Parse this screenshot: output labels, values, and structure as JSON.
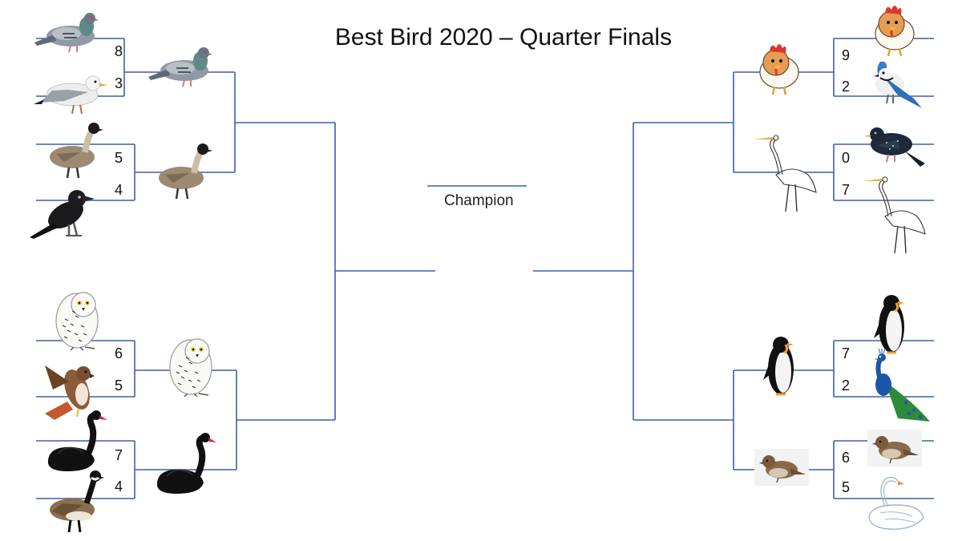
{
  "title": "Best Bird 2020 – Quarter Finals",
  "champion_label": "Champion",
  "colors": {
    "bracket_line": "#3c5fae"
  },
  "left": {
    "round1": [
      {
        "top": {
          "bird": "pigeon",
          "score": "8"
        },
        "bottom": {
          "bird": "seagull",
          "score": "3"
        },
        "winner": "pigeon"
      },
      {
        "top": {
          "bird": "nene-goose",
          "score": "5"
        },
        "bottom": {
          "bird": "crow",
          "score": "4"
        },
        "winner": "nene-goose"
      },
      {
        "top": {
          "bird": "snowy-owl",
          "score": "6"
        },
        "bottom": {
          "bird": "hawk",
          "score": "5"
        },
        "winner": "snowy-owl"
      },
      {
        "top": {
          "bird": "black-swan",
          "score": "7"
        },
        "bottom": {
          "bird": "canada-goose",
          "score": "4"
        },
        "winner": "black-swan"
      }
    ]
  },
  "right": {
    "round1": [
      {
        "top": {
          "bird": "chicken",
          "score": "9"
        },
        "bottom": {
          "bird": "blue-jay",
          "score": "2"
        },
        "winner": "chicken"
      },
      {
        "top": {
          "bird": "starling",
          "score": "0"
        },
        "bottom": {
          "bird": "egret",
          "score": "7"
        },
        "winner": "egret"
      },
      {
        "top": {
          "bird": "penguin",
          "score": "7"
        },
        "bottom": {
          "bird": "peacock",
          "score": "2"
        },
        "winner": "penguin"
      },
      {
        "top": {
          "bird": "sparrow",
          "score": "6"
        },
        "bottom": {
          "bird": "white-swan",
          "score": "5"
        },
        "winner": "sparrow"
      }
    ]
  }
}
